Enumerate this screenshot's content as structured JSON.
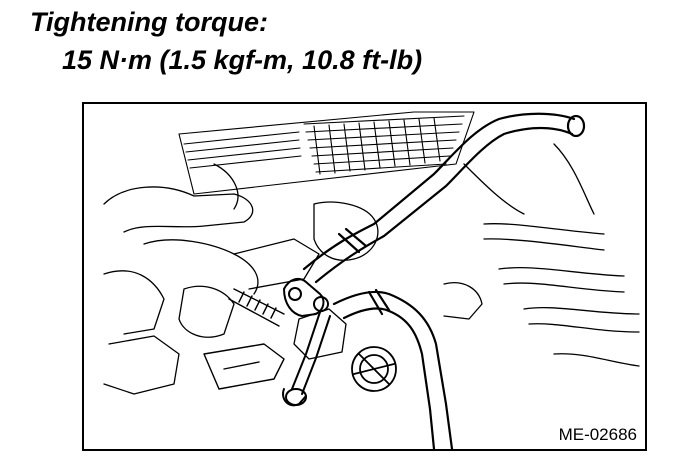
{
  "torque": {
    "title": "Tightening torque:",
    "value": "15 N·m (1.5 kgf-m, 10.8 ft-lb)"
  },
  "figure": {
    "code": "ME-02686",
    "illustration": "engine-bay-hose-line-drawing"
  },
  "colors": {
    "ink": "#000000",
    "paper": "#ffffff"
  }
}
